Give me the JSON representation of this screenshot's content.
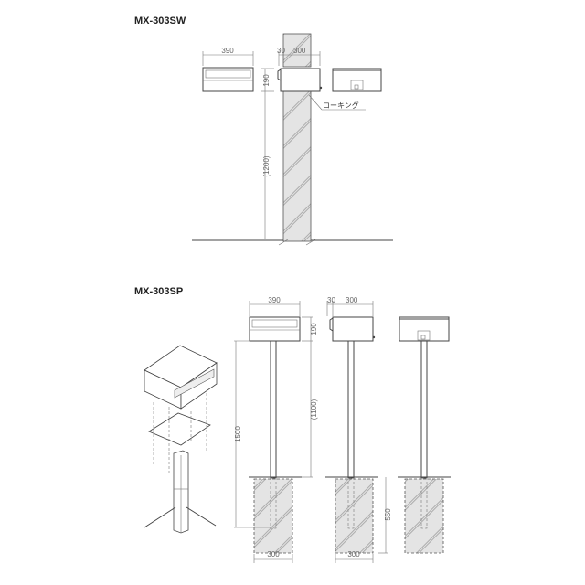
{
  "sections": [
    {
      "title": "MX-303SW",
      "dims": {
        "front_width": "390",
        "side_offset": "30",
        "side_depth": "300",
        "box_height": "190",
        "mount_height": "(1200)"
      },
      "callout": "コーキング"
    },
    {
      "title": "MX-303SP",
      "dims": {
        "front_width": "390",
        "side_offset": "30",
        "side_depth": "300",
        "box_height": "190",
        "total_height": "1500",
        "pole_height": "(1100)",
        "embed_depth": "550",
        "base_width_front": "300",
        "base_width_side": "300"
      }
    }
  ]
}
